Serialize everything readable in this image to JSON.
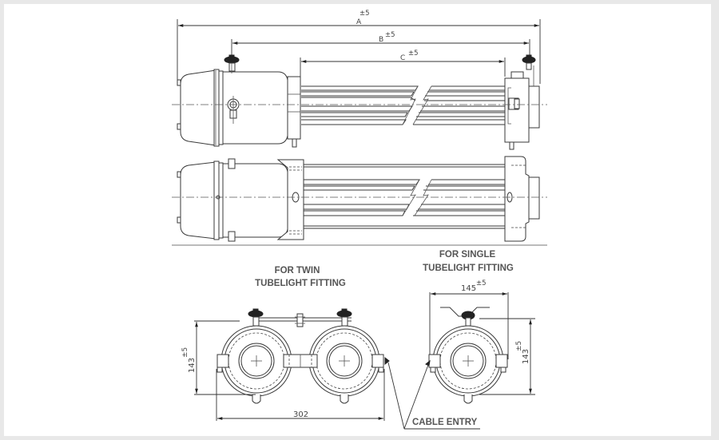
{
  "drawing": {
    "title_twin_line1": "FOR TWIN",
    "title_twin_line2": "TUBELIGHT FITTING",
    "title_single_line1": "FOR SINGLE",
    "title_single_line2": "TUBELIGHT FITTING",
    "cable_entry": "CABLE ENTRY"
  },
  "dimensions": {
    "A": {
      "label": "A",
      "tol": "±5"
    },
    "B": {
      "label": "B",
      "tol": "±5"
    },
    "C": {
      "label": "C",
      "tol": "±5"
    },
    "twin_height": {
      "value": "143",
      "tol": "±5"
    },
    "twin_width": {
      "value": "302"
    },
    "single_width": {
      "value": "145",
      "tol": "±5"
    },
    "single_height": {
      "value": "143",
      "tol": "±5"
    }
  },
  "colors": {
    "background": "#e8e8e8",
    "paper": "#ffffff",
    "line": "#3a3a3a",
    "text": "#555555"
  }
}
